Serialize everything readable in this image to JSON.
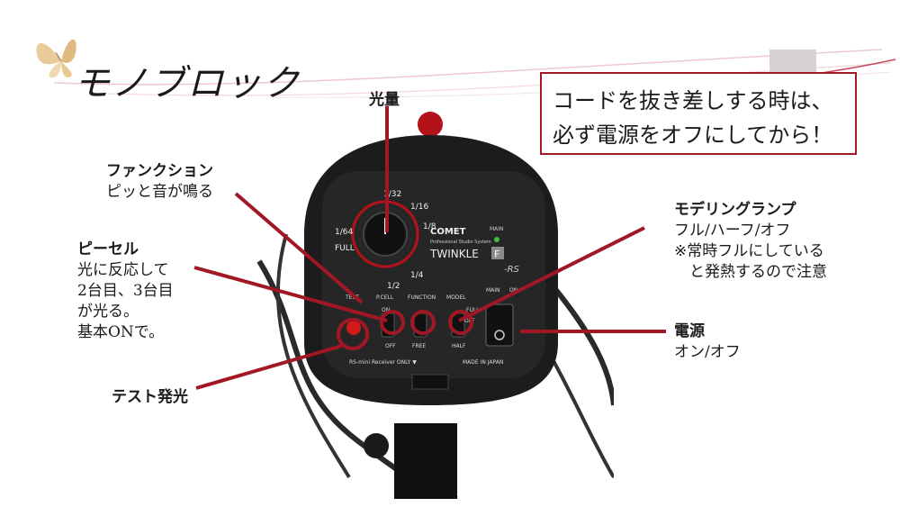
{
  "slide": {
    "title": "モノブロック",
    "warning": {
      "line1": "コードを抜き差しする時は、",
      "line2": "必ず電源をオフにしてから！"
    }
  },
  "labels": {
    "light_amount": {
      "title": "光量"
    },
    "function": {
      "title": "ファンクション",
      "desc": "ピッと音が鳴る"
    },
    "photocell": {
      "title": "ピーセル",
      "lines": [
        "光に反応して",
        "2台目、3台目",
        "が光る。",
        "基本ONで。"
      ]
    },
    "test": {
      "title": "テスト発光"
    },
    "modeling": {
      "title": "モデリングランプ",
      "lines": [
        "フル/ハーフ/オフ",
        "※常時フルにしている",
        "　と発熱するので注意"
      ]
    },
    "power": {
      "title": "電源",
      "desc": "オン/オフ"
    }
  },
  "device": {
    "brand": "COMET",
    "subbrand": "Professional Studio System",
    "model": "TWINKLE",
    "model_mark": "F",
    "model_suffix": "-RS",
    "main_label": "MAIN",
    "dial_marks": [
      "1/32",
      "1/16",
      "1/8",
      "1/4",
      "1/2",
      "1/64",
      "FULL"
    ],
    "panel_labels": [
      "TEST",
      "P.CELL",
      "FUNCTION",
      "MODEL",
      "MAIN",
      "ON"
    ],
    "switch_labels": [
      "ON",
      "OFF",
      "FREE",
      "OFF",
      "FULL",
      "HALF"
    ],
    "bottom_text": "RS-mini Receiver ONLY ▼",
    "made_in": "MADE IN JAPAN"
  },
  "colors": {
    "accent": "#a11824",
    "text": "#1a1a1a",
    "device_body": "#1c1c1c"
  }
}
